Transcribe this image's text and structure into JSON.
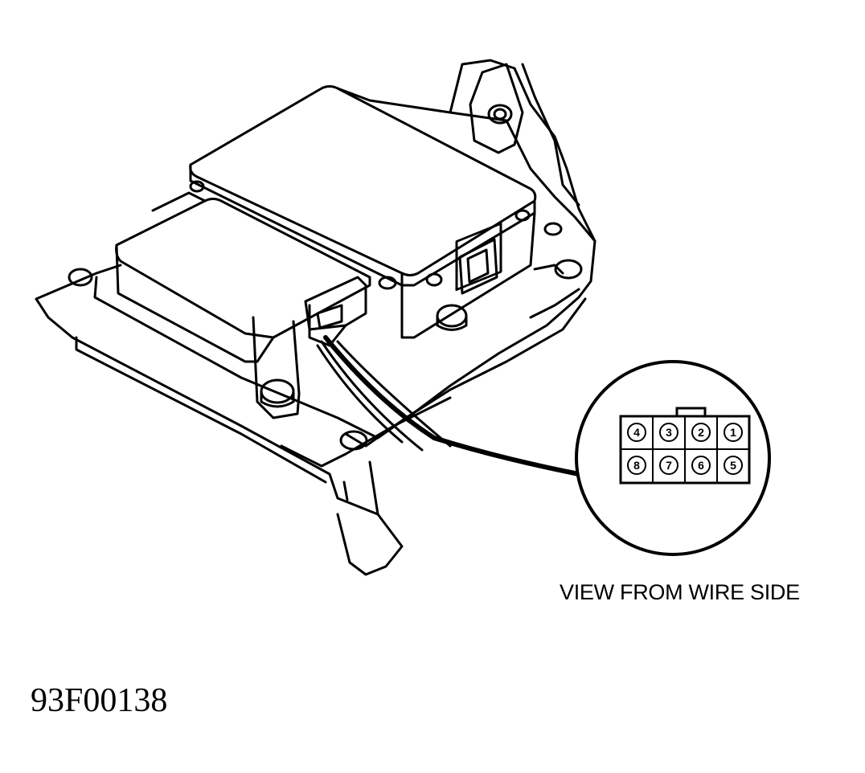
{
  "diagram": {
    "caption": "VIEW FROM WIRE SIDE",
    "figure_id": "93F00138",
    "connector_pins": {
      "top_row": [
        "4",
        "3",
        "2",
        "1"
      ],
      "bottom_row": [
        "8",
        "7",
        "6",
        "5"
      ]
    }
  }
}
